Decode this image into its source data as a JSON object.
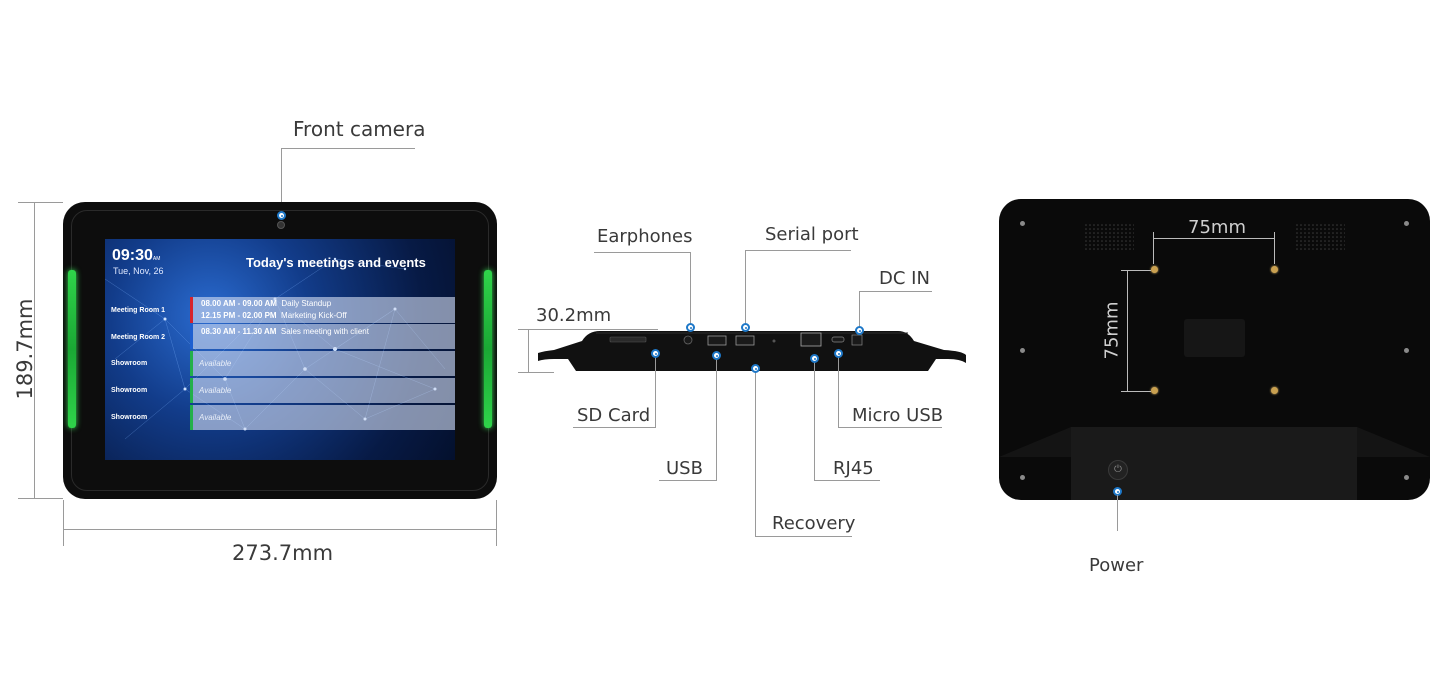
{
  "labels": {
    "front_camera": "Front camera",
    "earphones": "Earphones",
    "serial_port": "Serial port",
    "dc_in": "DC IN",
    "sd_card": "SD Card",
    "usb": "USB",
    "rj45": "RJ45",
    "micro_usb": "Micro USB",
    "recovery": "Recovery",
    "power": "Power"
  },
  "dimensions": {
    "height": "189.7mm",
    "width": "273.7mm",
    "depth": "30.2mm",
    "vesa_h": "75mm",
    "vesa_v": "75mm"
  },
  "screen": {
    "time": "09:30",
    "time_suffix": "AM",
    "date": "Tue, Nov, 26",
    "title": "Today's meetings and events",
    "rows": [
      {
        "room": "Meeting Room 1",
        "lines": [
          {
            "time": "08.00 AM - 09.00 AM",
            "event": "Daily Standup"
          },
          {
            "time": "12.15 PM - 02.00 PM",
            "event": "Marketing Kick-Off"
          }
        ],
        "bar_color": "#d8232a"
      },
      {
        "room": "Meeting Room 2",
        "lines": [
          {
            "time": "08.30 AM - 11.30 AM",
            "event": "Sales meeting with client"
          }
        ],
        "bar_color": "#1e5fd0"
      },
      {
        "room": "Showroom",
        "available": "Available",
        "bar_color": "#23b04a"
      },
      {
        "room": "Showroom",
        "available": "Available",
        "bar_color": "#23b04a"
      },
      {
        "room": "Showroom",
        "available": "Available",
        "bar_color": "#23b04a"
      }
    ]
  },
  "colors": {
    "callout_dot": "#1e78c8",
    "led": "#2fd44a",
    "device_body": "#0d0d0d"
  }
}
